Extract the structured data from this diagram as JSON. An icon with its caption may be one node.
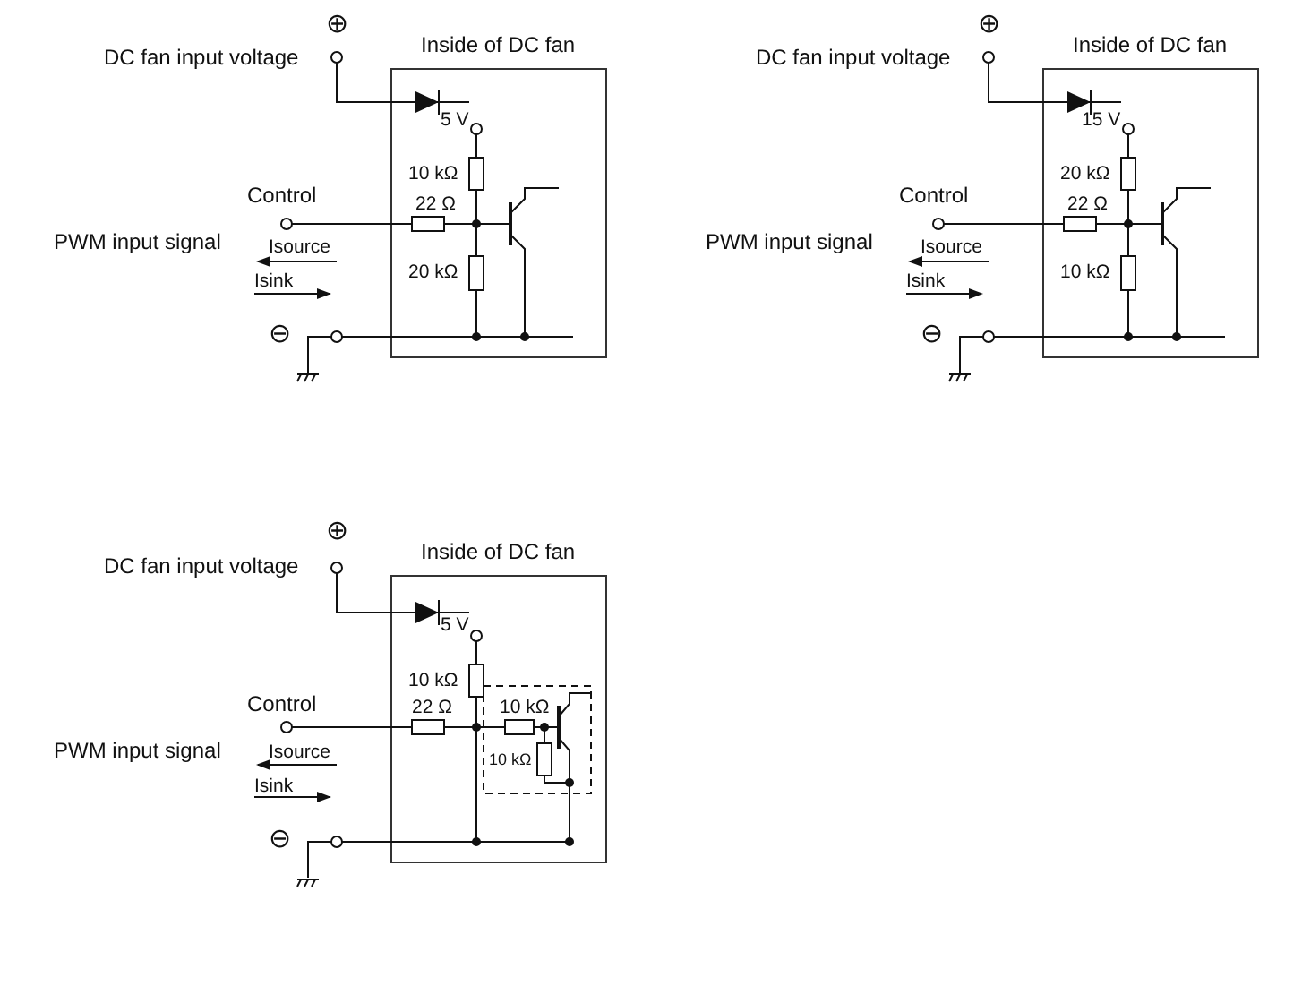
{
  "diagram": {
    "nodes": [
      {
        "text": [
          "Inside of DC fan"
        ]
      },
      {
        "text": [
          "Inside of DC fan"
        ]
      },
      {
        "text": [
          "Inside of DC fan"
        ]
      }
    ],
    "labels": [
      "⊕",
      "DC fan input voltage",
      "5 V",
      "10 kΩ",
      "Control",
      "22 Ω",
      "PWM input signal",
      "Isource",
      "20 kΩ",
      "Isink",
      "⊖",
      "⊕",
      "DC fan input voltage",
      "15 V",
      "20 kΩ",
      "Control",
      "22 Ω",
      "PWM input signal",
      "Isource",
      "10 kΩ",
      "Isink",
      "⊖",
      "⊕",
      "DC fan input voltage",
      "5 V",
      "10 kΩ",
      "Control",
      "22 Ω",
      "10 kΩ",
      "PWM input signal",
      "Isource",
      "10 kΩ",
      "Isink",
      "⊖"
    ]
  }
}
